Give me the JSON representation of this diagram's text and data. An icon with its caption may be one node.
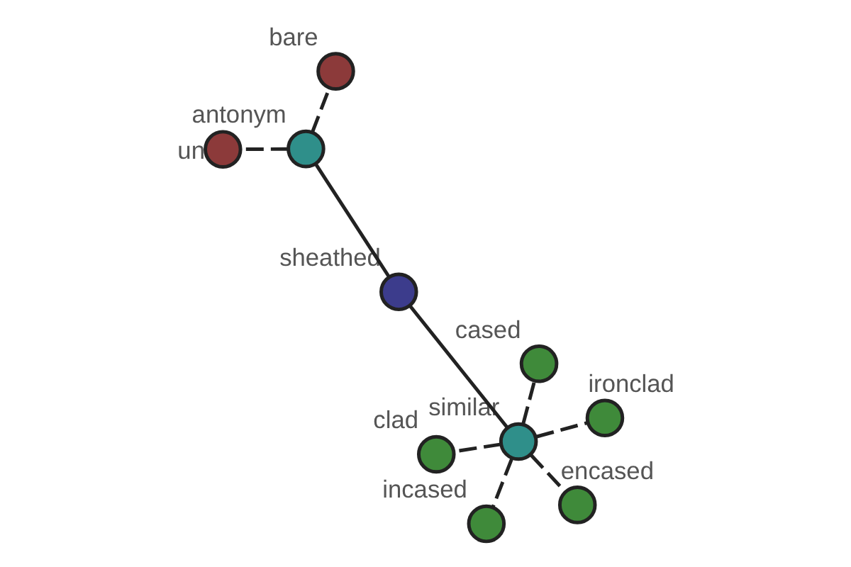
{
  "diagram": {
    "nodes": [
      {
        "text": [
          "sheathed"
        ]
      },
      {
        "text": [
          "similar"
        ]
      },
      {
        "text": [
          "antonym"
        ]
      },
      {
        "text": [
          "un"
        ]
      },
      {
        "text": [
          "bare"
        ]
      },
      {
        "text": [
          "incased"
        ]
      },
      {
        "text": [
          "ironclad"
        ]
      },
      {
        "text": [
          "cased"
        ]
      },
      {
        "text": [
          "clad"
        ]
      },
      {
        "text": [
          "encased"
        ]
      }
    ],
    "edges": [
      {
        "from": 0,
        "to": 1,
        "arrow": "none"
      },
      {
        "from": 0,
        "to": 2,
        "arrow": "none"
      },
      {
        "from": 2,
        "to": 3,
        "arrow": "none",
        "style": "dashed"
      },
      {
        "from": 2,
        "to": 4,
        "arrow": "none",
        "style": "dashed"
      },
      {
        "from": 1,
        "to": 5,
        "arrow": "none",
        "style": "dashed"
      },
      {
        "from": 1,
        "to": 6,
        "arrow": "none",
        "style": "dashed"
      },
      {
        "from": 1,
        "to": 7,
        "arrow": "none",
        "style": "dashed"
      },
      {
        "from": 1,
        "to": 8,
        "arrow": "none",
        "style": "dashed"
      },
      {
        "from": 1,
        "to": 9,
        "arrow": "none",
        "style": "dashed"
      }
    ]
  }
}
